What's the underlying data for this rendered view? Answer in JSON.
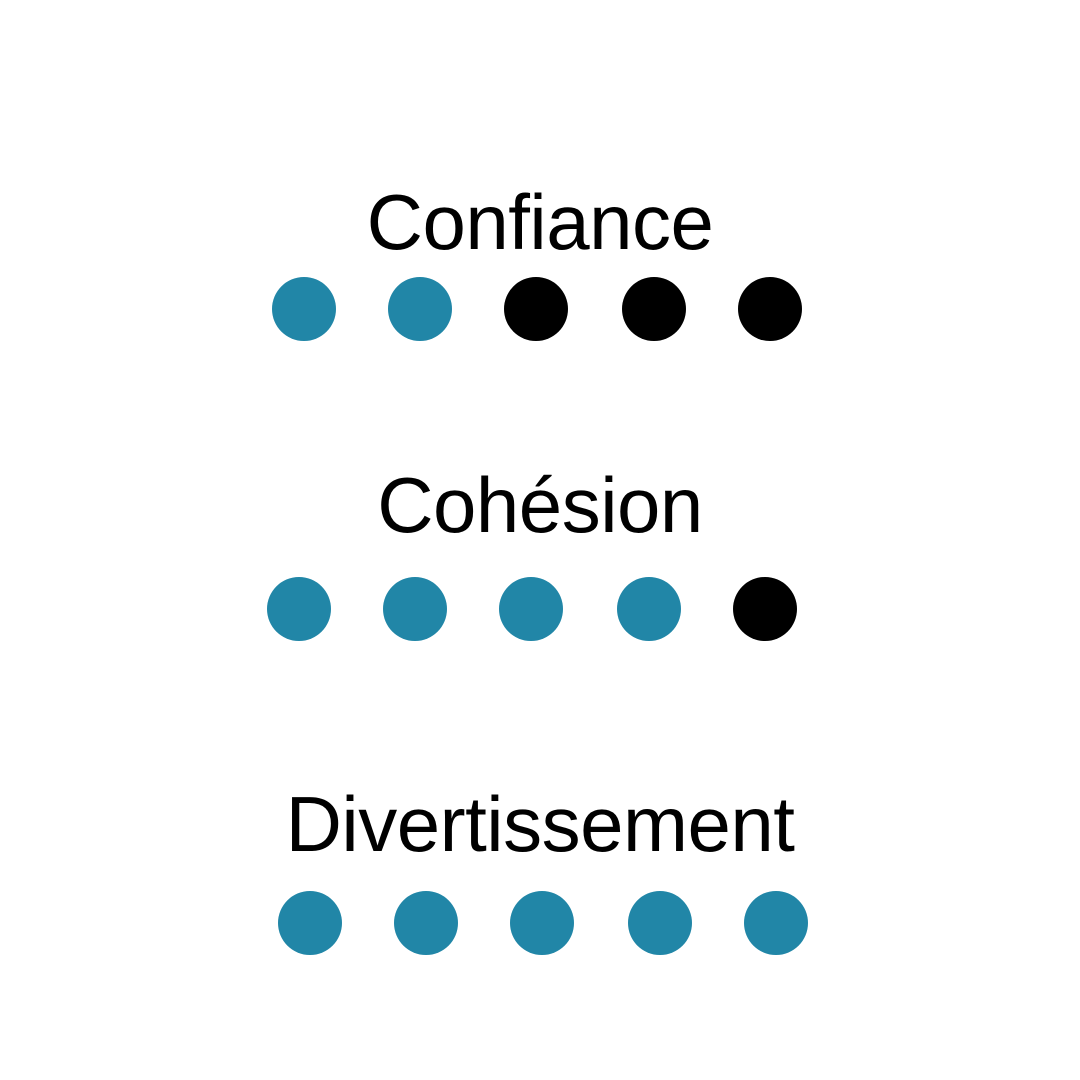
{
  "colors": {
    "filled": "#2186a7",
    "empty": "#000000"
  },
  "ratings": [
    {
      "label": "Confiance",
      "value": 2,
      "max": 5
    },
    {
      "label": "Cohésion",
      "value": 4,
      "max": 5
    },
    {
      "label": "Divertissement",
      "value": 5,
      "max": 5
    }
  ]
}
